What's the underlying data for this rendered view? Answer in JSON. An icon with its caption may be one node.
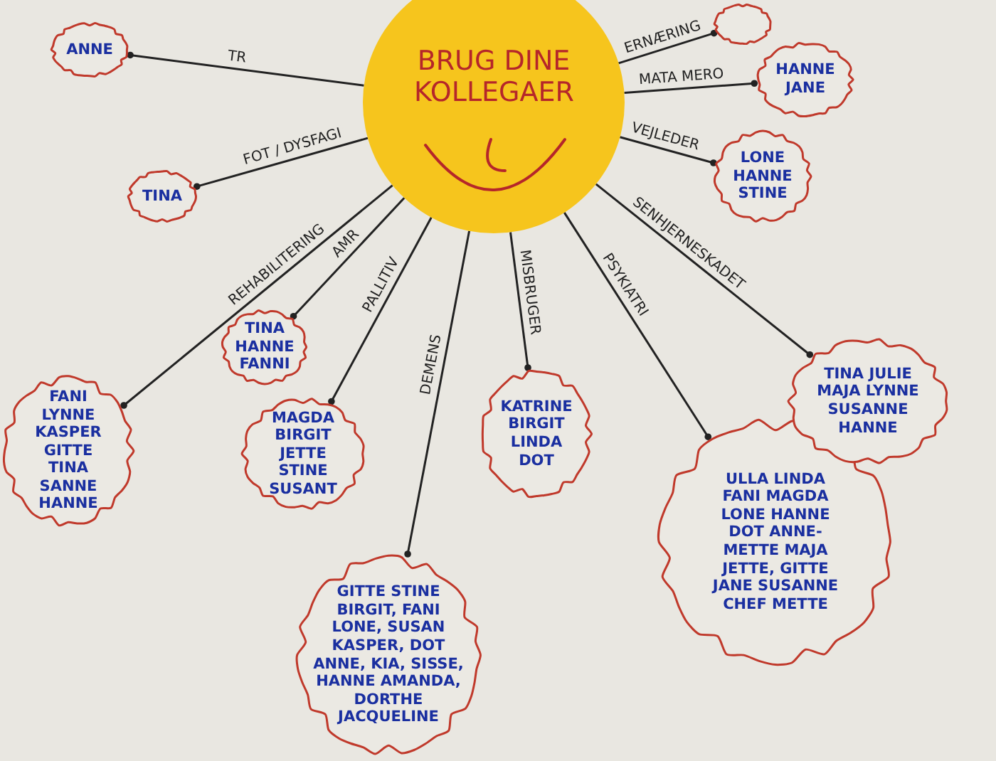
{
  "diagram": {
    "nodes": [
      {
        "text": [
          "BRUG DINE KOLLEGAER"
        ]
      },
      {
        "text": [
          "ANNE"
        ]
      },
      {
        "text": [
          "TINA"
        ]
      },
      {
        "text": [
          "FANI LYNNE KASPER GITTE TINA SANNE HANNE"
        ]
      },
      {
        "text": [
          "TINA HANNE FANNI"
        ]
      },
      {
        "text": [
          "MAGDA BIRGIT JETTE STINE SUSANT"
        ]
      },
      {
        "text": [
          "GITTE STINE BIRGIT, FANI LONE, SUSAN KASPER, DOT ANNE, KIA, SISSE, HANNE AMANDA, DORTHE JACQUELINE"
        ]
      },
      {
        "text": [
          "KATRINE BIRGIT LINDA DOT"
        ]
      },
      {
        "text": [
          "ULLA LINDA FANI MAGDA LONE HANNE DOT ANNE-METTE MAJA JETTE, GITTE JANE SUSANNE CHEF METTE"
        ]
      },
      {
        "text": [
          "TINA JULIE MAJA LYNNE SUSANNE HANNE"
        ]
      },
      {
        "text": [
          "LONE HANNE STINE"
        ]
      },
      {
        "text": [
          "HANNE JANE"
        ]
      },
      {
        "text": [],
        "shape": "cloud"
      }
    ],
    "edges": [
      {
        "from": 0,
        "to": 1,
        "arrow": "other",
        "label": "TR"
      },
      {
        "from": 0,
        "to": 2,
        "arrow": "other",
        "label": "FOT / DYSFAGI"
      },
      {
        "from": 0,
        "to": 3,
        "arrow": "other",
        "label": "REHABILITERING"
      },
      {
        "from": 0,
        "to": 4,
        "arrow": "other",
        "label": "AMR"
      },
      {
        "from": 0,
        "to": 5,
        "arrow": "other",
        "label": "PALLITIV"
      },
      {
        "from": 0,
        "to": 6,
        "arrow": "other",
        "label": "DEMENS"
      },
      {
        "from": 0,
        "to": 7,
        "arrow": "other",
        "label": "MISBRUGER"
      },
      {
        "from": 0,
        "to": 8,
        "arrow": "other",
        "label": "PSYKIATRI"
      },
      {
        "from": 0,
        "to": 9,
        "arrow": "other",
        "label": "SENHJERNESKADET"
      },
      {
        "from": 0,
        "to": 10,
        "arrow": "other",
        "label": "VEJLEDER"
      },
      {
        "from": 0,
        "to": 11,
        "arrow": "other",
        "label": "MATA MERO"
      },
      {
        "from": 0,
        "to": 12,
        "arrow": "other",
        "label": "ERNÆRING"
      }
    ]
  }
}
